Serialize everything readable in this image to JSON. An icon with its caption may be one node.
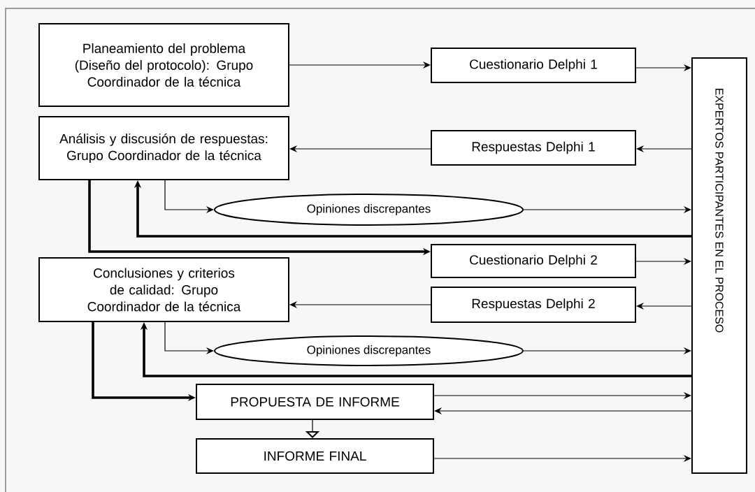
{
  "diagram": {
    "nodes": [
      {
        "text": [
          "Planeamiento del problema (Diseño del protocolo): Grupo Coordinador de la técnica"
        ]
      },
      {
        "text": [
          "Cuestionario Delphi 1"
        ]
      },
      {
        "text": [
          "EXPERTOS PARTICIPANTES EN EL PROCESO"
        ]
      },
      {
        "text": [
          "Análisis y discusión de respuestas: Grupo Coordinador de la técnica"
        ]
      },
      {
        "text": [
          "Respuestas Delphi 1"
        ]
      },
      {
        "text": [
          "Opiniones discrepantes"
        ]
      },
      {
        "text": [
          "Cuestionario Delphi 2"
        ]
      },
      {
        "text": [
          "Conclusiones y criterios de calidad: Grupo Coordinador de la técnica"
        ]
      },
      {
        "text": [
          "Respuestas Delphi 2"
        ]
      },
      {
        "text": [
          "Opiniones discrepantes"
        ]
      },
      {
        "text": [
          "PROPUESTA DE INFORME"
        ]
      },
      {
        "text": [
          "INFORME FINAL"
        ]
      }
    ],
    "edges": [
      {
        "from": 0,
        "to": 1,
        "arrow": "to"
      },
      {
        "from": 1,
        "to": 2,
        "arrow": "to"
      },
      {
        "from": 2,
        "to": 4,
        "arrow": "to"
      },
      {
        "from": 4,
        "to": 3,
        "arrow": "to"
      },
      {
        "from": 3,
        "to": 5,
        "arrow": "to"
      },
      {
        "from": 5,
        "to": 2,
        "arrow": "to"
      },
      {
        "from": 2,
        "to": 3,
        "arrow": "to",
        "style": "thick"
      },
      {
        "from": 3,
        "to": 6,
        "arrow": "to",
        "style": "thick"
      },
      {
        "from": 6,
        "to": 2,
        "arrow": "to"
      },
      {
        "from": 2,
        "to": 8,
        "arrow": "to"
      },
      {
        "from": 8,
        "to": 7,
        "arrow": "to"
      },
      {
        "from": 7,
        "to": 9,
        "arrow": "to"
      },
      {
        "from": 9,
        "to": 2,
        "arrow": "to"
      },
      {
        "from": 2,
        "to": 7,
        "arrow": "to",
        "style": "thick"
      },
      {
        "from": 7,
        "to": 10,
        "arrow": "to",
        "style": "thick"
      },
      {
        "from": 10,
        "to": 2,
        "arrow": "to"
      },
      {
        "from": 2,
        "to": 10,
        "arrow": "to"
      },
      {
        "from": 10,
        "to": 11,
        "arrow": "to"
      },
      {
        "from": 11,
        "to": 2,
        "arrow": "to"
      }
    ]
  }
}
